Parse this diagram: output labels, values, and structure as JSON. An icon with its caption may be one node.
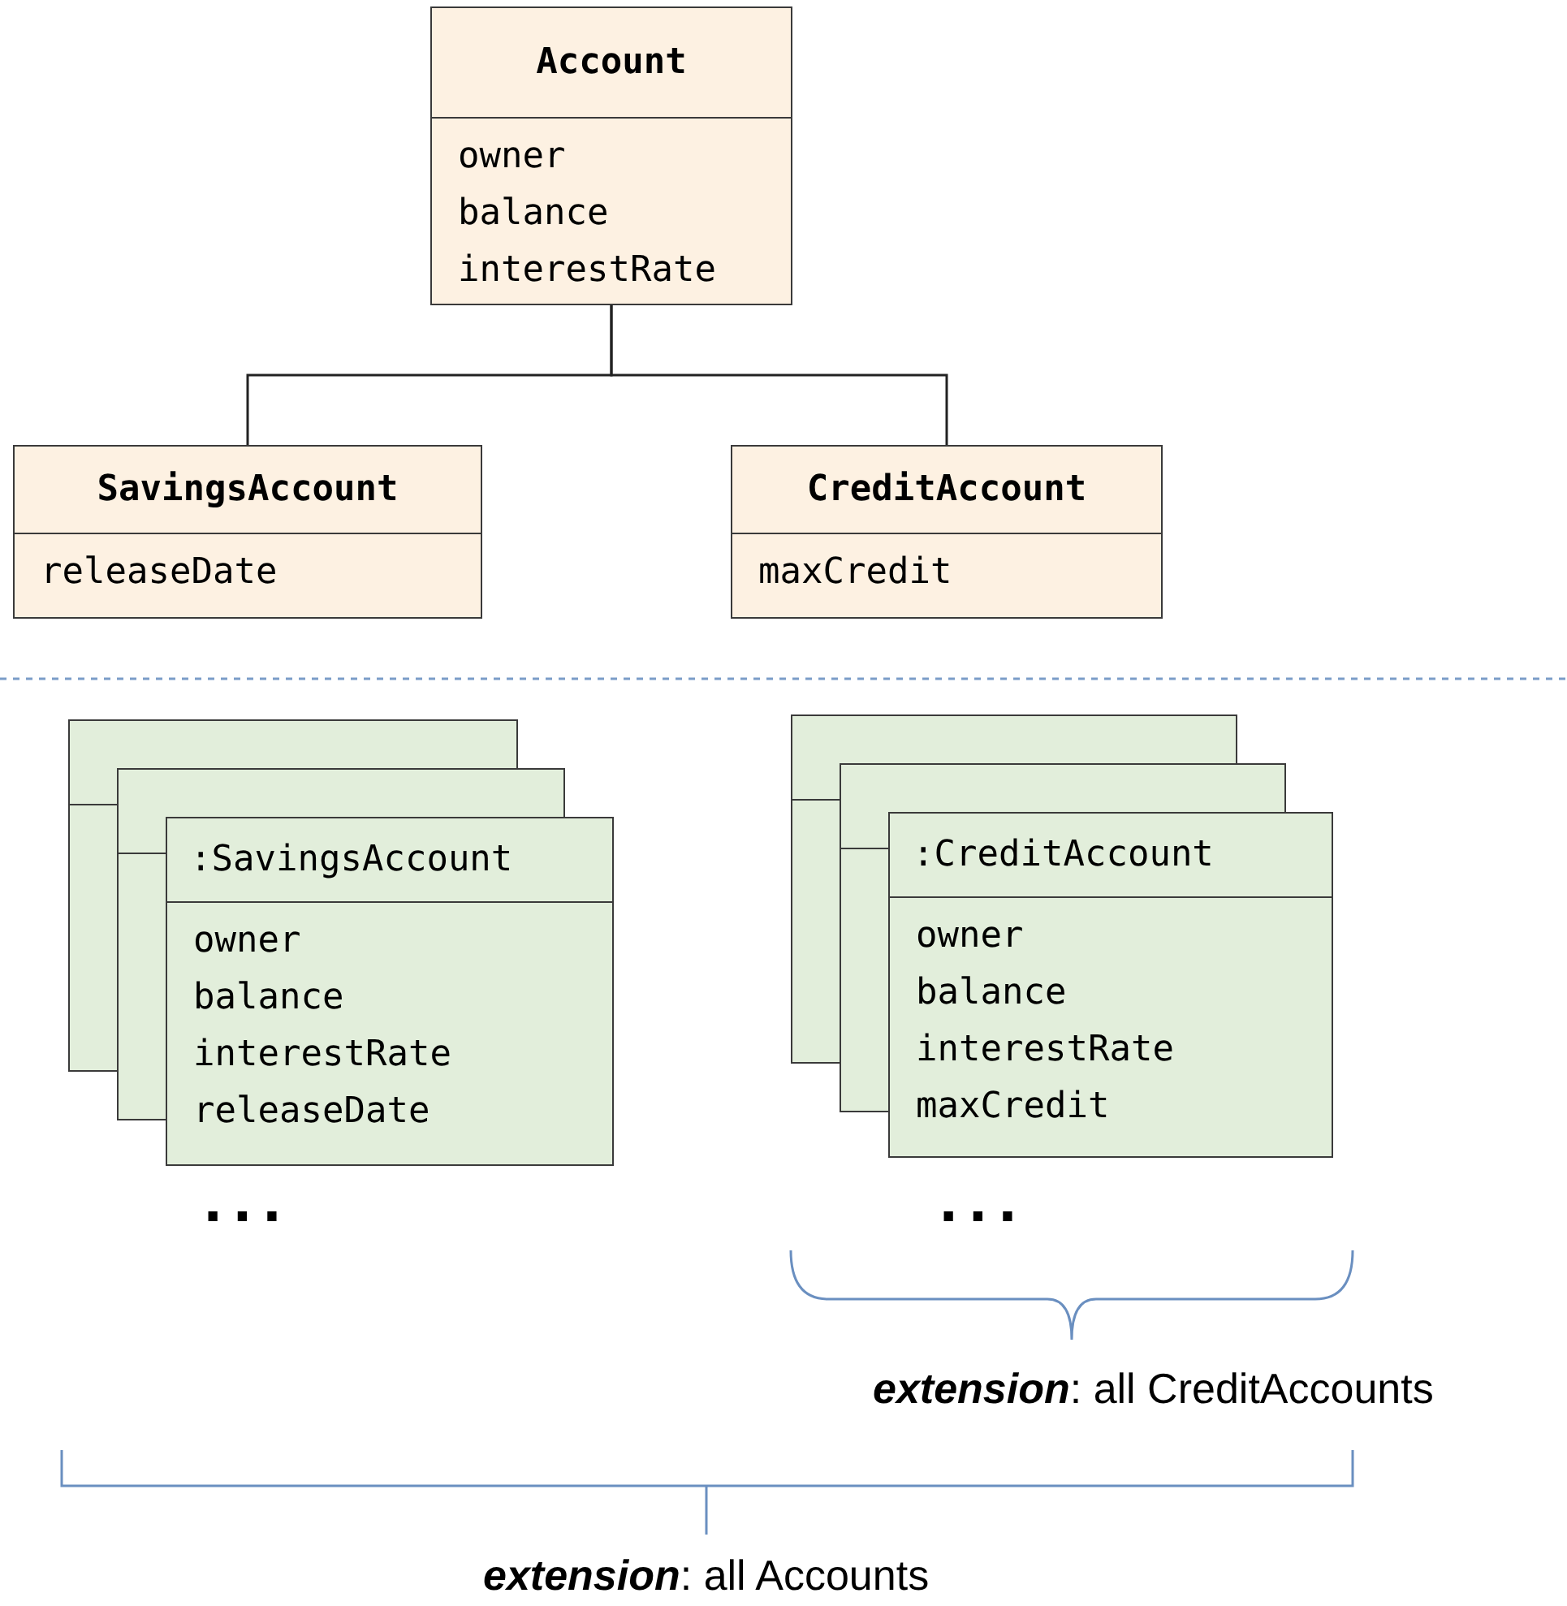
{
  "diagram": {
    "nodes": [
      {
        "text": [
          "Account",
          "owner balance interestRate"
        ]
      },
      {
        "text": [
          "SavingsAccount",
          "releaseDate"
        ]
      },
      {
        "text": [
          "CreditAccount",
          "maxCredit"
        ]
      },
      {
        "text": [],
        "shape": "box"
      },
      {
        "text": [],
        "shape": "box"
      },
      {
        "text": [
          ":SavingsAccount",
          "owner balance interestRate releaseDate"
        ]
      },
      {
        "text": [],
        "shape": "box"
      },
      {
        "text": [],
        "shape": "box"
      },
      {
        "text": [
          ":CreditAccount",
          "owner balance interestRate maxCredit"
        ]
      }
    ],
    "edges": [
      {
        "from": 0,
        "to": 1,
        "arrow": "none"
      },
      {
        "from": 0,
        "to": 2,
        "arrow": "none"
      }
    ],
    "labels": [
      "...",
      "...",
      "**extension**: all CreditAccounts",
      "**extension**: all Accounts"
    ]
  }
}
